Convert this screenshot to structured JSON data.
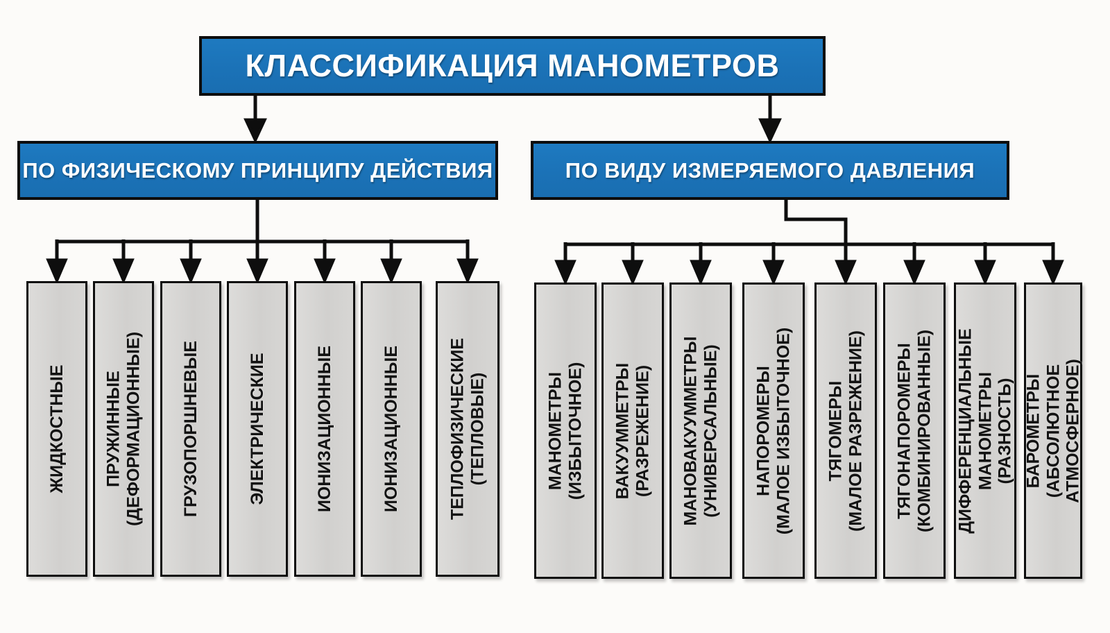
{
  "title": "КЛАССИФИКАЦИЯ МАНОМЕТРОВ",
  "colors": {
    "box_blue": "#1b72b7",
    "box_gray": "#d4d3d1",
    "line_black": "#0e0e0e",
    "text_on_blue": "#ffffff",
    "text_on_gray": "#121212"
  },
  "branches": {
    "left": {
      "header": "ПО ФИЗИЧЕСКОМУ ПРИНЦИПУ ДЕЙСТВИЯ",
      "items": [
        {
          "label": "ЖИДКОСТНЫЕ",
          "sublabel": ""
        },
        {
          "label": "ПРУЖИННЫЕ",
          "sublabel": "(ДЕФОРМАЦИОННЫЕ)"
        },
        {
          "label": "ГРУЗОПОРШНЕВЫЕ",
          "sublabel": ""
        },
        {
          "label": "ЭЛЕКТРИЧЕСКИЕ",
          "sublabel": ""
        },
        {
          "label": "ИОНИЗАЦИОННЫЕ",
          "sublabel": ""
        },
        {
          "label": "ИОНИЗАЦИОННЫЕ",
          "sublabel": ""
        },
        {
          "label": "ТЕПЛОФИЗИЧЕСКИЕ",
          "sublabel": "(ТЕПЛОВЫЕ)"
        }
      ]
    },
    "right": {
      "header": "ПО ВИДУ ИЗМЕРЯЕМОГО ДАВЛЕНИЯ",
      "items": [
        {
          "label": "МАНОМЕТРЫ",
          "sublabel": "(ИЗБЫТОЧНОЕ)"
        },
        {
          "label": "ВАКУУММЕТРЫ",
          "sublabel": "(РАЗРЕЖЕНИЕ)"
        },
        {
          "label": "МАНОВАКУУММЕТРЫ",
          "sublabel": "(УНИВЕРСАЛЬНЫЕ)"
        },
        {
          "label": "НАПОРОМЕРЫ",
          "sublabel": "(МАЛОЕ ИЗБЫТОЧНОЕ)"
        },
        {
          "label": "ТЯГОМЕРЫ",
          "sublabel": "(МАЛОЕ РАЗРЕЖЕНИЕ)"
        },
        {
          "label": "ТЯГОНАПОРОМЕРЫ",
          "sublabel": "(КОМБИНИРОВАННЫЕ)"
        },
        {
          "label": "ДИФФЕРЕНЦИАЛЬНЫЕ МАНОМЕТРЫ",
          "sublabel": "(РАЗНОСТЬ)"
        },
        {
          "label": "БАРОМЕТРЫ",
          "sublabel": "(АБСОЛЮТНОЕ АТМОСФЕРНОЕ)"
        }
      ]
    }
  }
}
